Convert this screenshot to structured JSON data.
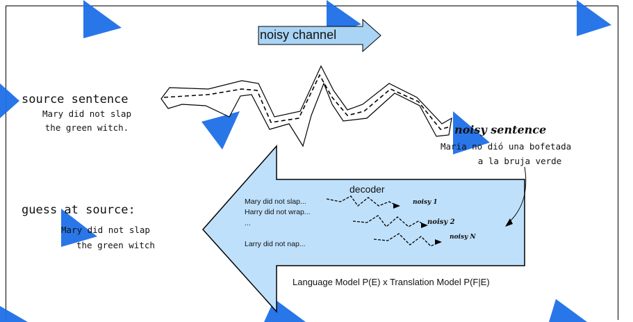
{
  "colors": {
    "arrow_fill": "#bfe0fb",
    "noisy_channel_fill": "#a9d4f5",
    "watermark": "#1e6fe8",
    "stroke": "#000000"
  },
  "channel": {
    "label": "noisy channel"
  },
  "source": {
    "heading": "source sentence",
    "line1": "Mary did not slap",
    "line2": "the green witch."
  },
  "noisy": {
    "heading": "noisy sentence",
    "line1": "Maria no dió una bofetada",
    "line2": "a la bruja verde"
  },
  "guess": {
    "heading": "guess at source:",
    "line1": "Mary did not slap",
    "line2": "the green witch"
  },
  "decoder": {
    "label": "decoder",
    "candidates": [
      "Mary did not slap...",
      "Harry did not wrap...",
      "...",
      "Larry did not nap..."
    ],
    "noisy_labels": [
      "noisy 1",
      "noisy 2",
      "noisy N"
    ]
  },
  "model_formula": "Language Model P(E) x Translation Model P(F|E)"
}
